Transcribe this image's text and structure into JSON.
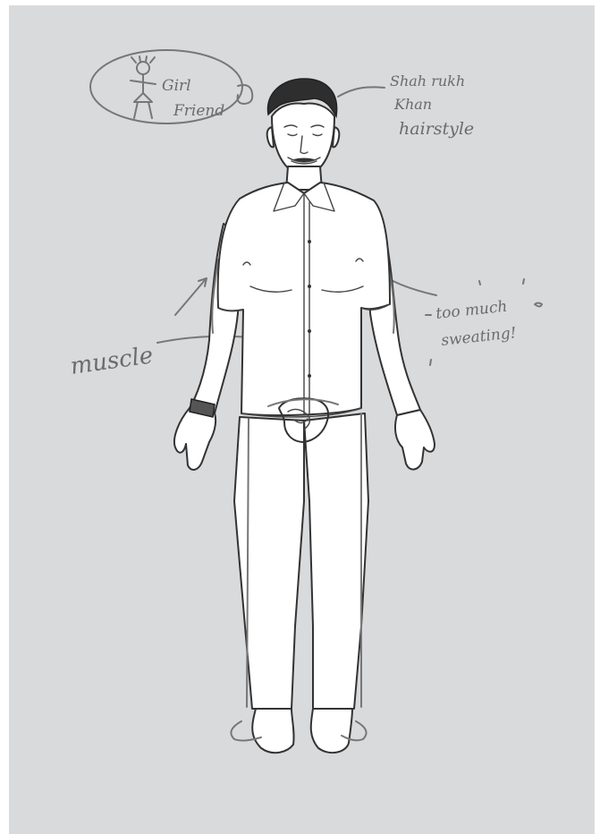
{
  "annotations": {
    "girlfriend": [
      "Girl",
      "Friend"
    ],
    "hairstyle": [
      "Shah rukh",
      "Khan",
      "hairstyle"
    ],
    "muscle": "muscle",
    "sweating": [
      "too much",
      "sweating!"
    ]
  }
}
